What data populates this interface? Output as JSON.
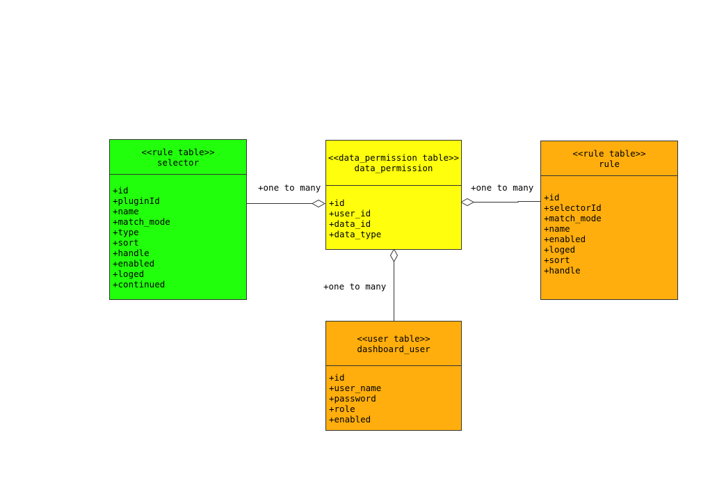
{
  "colors": {
    "green": "#22ff0c",
    "yellow": "#ffff0d",
    "orange": "#ffae0d",
    "line": "#333333"
  },
  "tables": {
    "selector": {
      "stereotype": "<<rule table>>",
      "name": "selector",
      "attributes": [
        "+id",
        "+pluginId",
        "+name",
        "+match_mode",
        "+type",
        "+sort",
        "+handle",
        "+enabled",
        "+loged",
        "+continued"
      ]
    },
    "data_permission": {
      "stereotype": "<<data_permission table>>",
      "name": "data_permission",
      "attributes": [
        "+id",
        "+user_id",
        "+data_id",
        "+data_type"
      ]
    },
    "rule": {
      "stereotype": "<<rule table>>",
      "name": "rule",
      "attributes": [
        "+id",
        "+selectorId",
        "+match_mode",
        "+name",
        "+enabled",
        "+loged",
        "+sort",
        "+handle"
      ]
    },
    "dashboard_user": {
      "stereotype": "<<user table>>",
      "name": "dashboard_user",
      "attributes": [
        "+id",
        "+user_name",
        "+password",
        "+role",
        "+enabled"
      ]
    }
  },
  "associations": [
    {
      "from": "selector",
      "to": "data_permission",
      "label": "+one to many"
    },
    {
      "from": "rule",
      "to": "data_permission",
      "label": "+one to many"
    },
    {
      "from": "dashboard_user",
      "to": "data_permission",
      "label": "+one to many"
    }
  ]
}
